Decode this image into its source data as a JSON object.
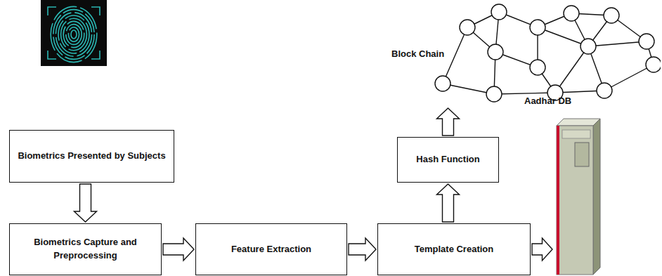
{
  "diagram": {
    "nodes": [
      {
        "text": [
          "Biometrics Presented by Subjects"
        ]
      },
      {
        "text": [
          "Biometrics Capture and Preprocessing"
        ]
      },
      {
        "text": [
          "Feature Extraction"
        ]
      },
      {
        "text": [
          "Template Creation"
        ]
      },
      {
        "text": [
          "Hash Function"
        ]
      },
      {
        "text": [
          "Block Chain"
        ]
      },
      {
        "text": [
          "Aadhar DB"
        ]
      }
    ],
    "edges": [
      {
        "from": 0,
        "to": 1,
        "arrow": "to"
      },
      {
        "from": 1,
        "to": 2,
        "arrow": "to"
      },
      {
        "from": 2,
        "to": 3,
        "arrow": "to"
      },
      {
        "from": 3,
        "to": 4,
        "arrow": "to"
      },
      {
        "from": 4,
        "to": 5,
        "arrow": "to"
      },
      {
        "from": 3,
        "to": 6,
        "arrow": "to"
      }
    ]
  }
}
